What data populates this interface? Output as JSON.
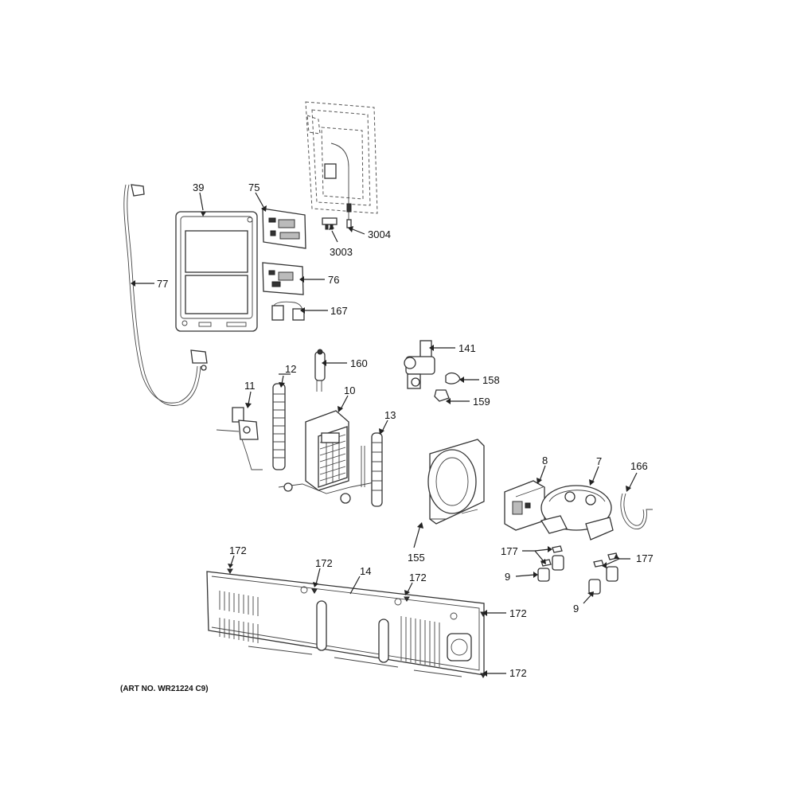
{
  "labels": {
    "p39": "39",
    "p75": "75",
    "p76": "76",
    "p77": "77",
    "p167": "167",
    "p3003": "3003",
    "p3004": "3004",
    "p12": "12",
    "p160": "160",
    "p141": "141",
    "p158": "158",
    "p159": "159",
    "p11": "11",
    "p10": "10",
    "p13": "13",
    "p8": "8",
    "p7": "7",
    "p166": "166",
    "p155": "155",
    "p177a": "177",
    "p177b": "177",
    "p9a": "9",
    "p9b": "9",
    "p172a": "172",
    "p172b": "172",
    "p172c": "172",
    "p172d": "172",
    "p172e": "172",
    "p14": "14"
  },
  "art_number": "(ART NO. WR21224 C9)"
}
